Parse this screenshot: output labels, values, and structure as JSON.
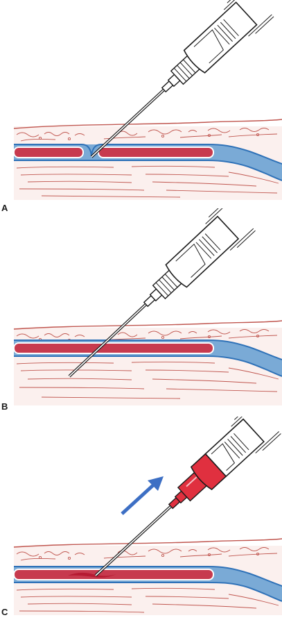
{
  "panels": [
    {
      "label": "A"
    },
    {
      "label": "B"
    },
    {
      "label": "C"
    }
  ],
  "colors": {
    "skin_line": "#c0564f",
    "tissue_fill": "#fbf0ee",
    "vein_outline": "#2f72b8",
    "vein_wall": "#7aaad6",
    "blood": "#c73a4e",
    "blood_highlight": "#ffffff",
    "syringe_outline": "#1a1a1a",
    "syringe_fill": "#ffffff",
    "flashback_red": "#e0303f",
    "arrow_blue": "#3d6fc4"
  }
}
